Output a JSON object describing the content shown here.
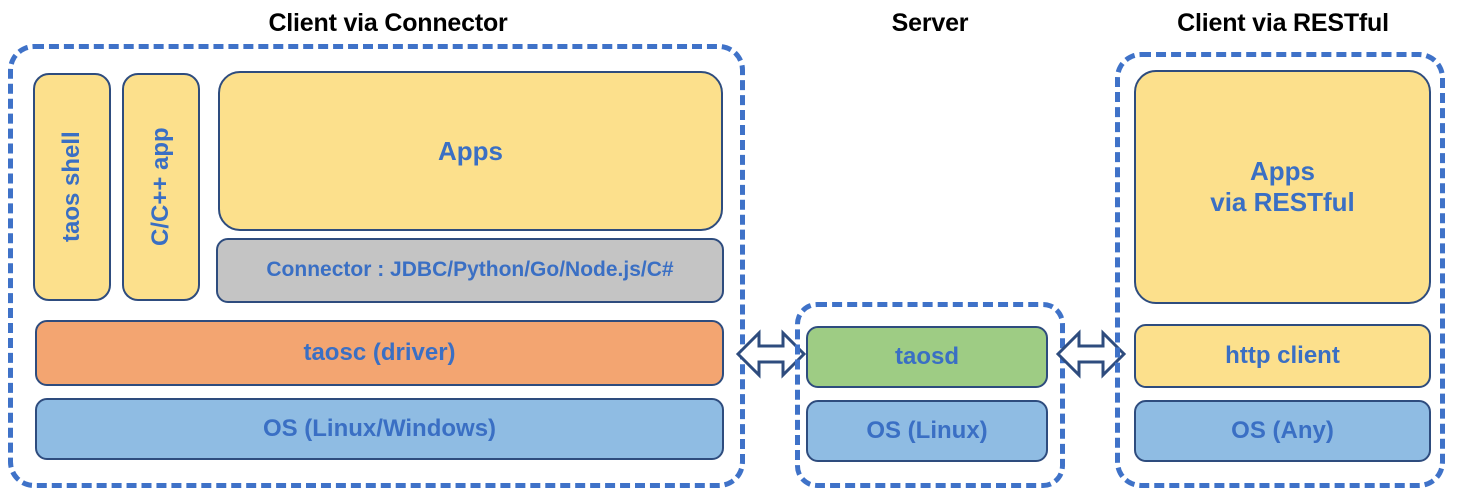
{
  "diagram": {
    "title_client_connector": "Client via Connector",
    "title_server": "Server",
    "title_client_restful": "Client via RESTful",
    "colors": {
      "dashed_border": "#3F72C8",
      "box_border": "#2E4C7E",
      "text_blue": "#3A6FC4",
      "yellow": "#FCE08C",
      "orange": "#F3A571",
      "blue": "#8FBCE3",
      "green": "#9ECC84",
      "gray": "#C4C4C4",
      "title_black": "#000000"
    }
  },
  "client_connector": {
    "taos_shell": "taos shell",
    "c_cpp_app": "C/C++ app",
    "apps": "Apps",
    "connector": "Connector : JDBC/Python/Go/Node.js/C#",
    "taosc_driver": "taosc (driver)",
    "os": "OS (Linux/Windows)"
  },
  "server": {
    "taosd": "taosd",
    "os": "OS (Linux)"
  },
  "client_restful": {
    "apps_line1": "Apps",
    "apps_line2": "via RESTful",
    "http_client": "http client",
    "os": "OS (Any)"
  },
  "arrows": {
    "left_arrow_name": "bidirectional-arrow",
    "right_arrow_name": "bidirectional-arrow"
  }
}
